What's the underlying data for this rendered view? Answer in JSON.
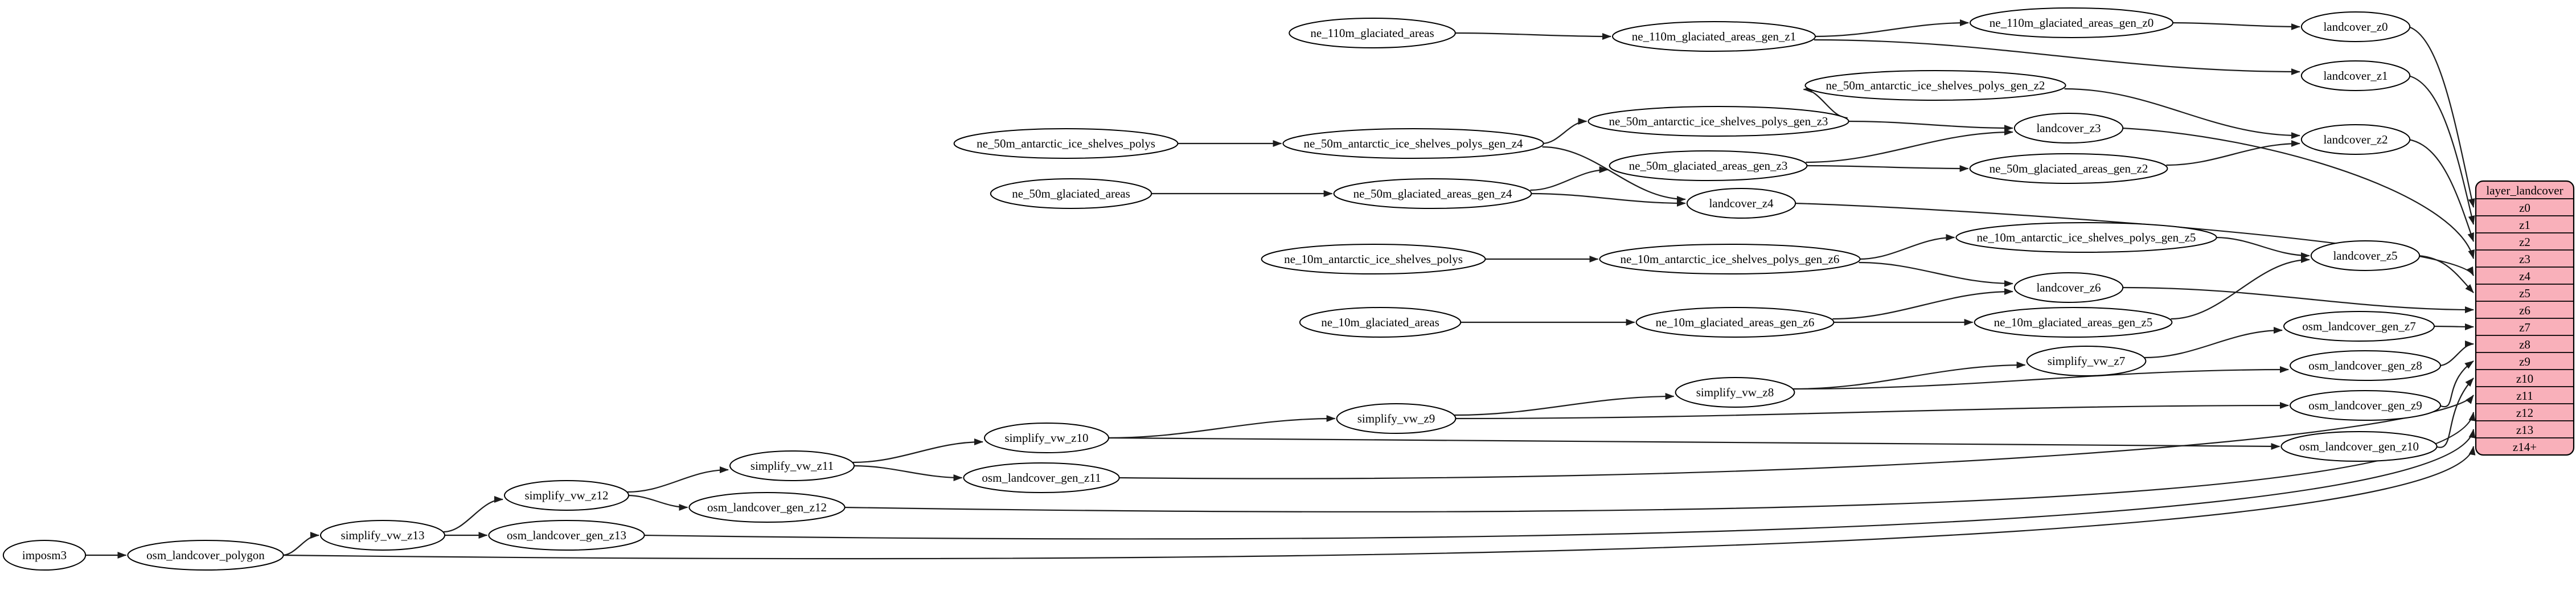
{
  "diagram": {
    "kind": "dependency-graph",
    "colors": {
      "background": "#ffffff",
      "edge": "#1c1c1c",
      "node_fill": "#ffffff",
      "node_stroke": "#000000",
      "table_fill": "#f9b0ba",
      "table_stroke": "#000000"
    },
    "nodes": [
      "ne_110m_glaciated_areas",
      "ne_110m_glaciated_areas_gen_z1",
      "ne_110m_glaciated_areas_gen_z0",
      "landcover_z0",
      "landcover_z1",
      "ne_50m_antarctic_ice_shelves_polys",
      "ne_50m_antarctic_ice_shelves_polys_gen_z4",
      "ne_50m_antarctic_ice_shelves_polys_gen_z3",
      "ne_50m_antarctic_ice_shelves_polys_gen_z2",
      "landcover_z3",
      "ne_50m_glaciated_areas",
      "ne_50m_glaciated_areas_gen_z4",
      "ne_50m_glaciated_areas_gen_z3",
      "ne_50m_glaciated_areas_gen_z2",
      "landcover_z2",
      "landcover_z4",
      "ne_10m_antarctic_ice_shelves_polys",
      "ne_10m_antarctic_ice_shelves_polys_gen_z6",
      "ne_10m_antarctic_ice_shelves_polys_gen_z5",
      "landcover_z5",
      "landcover_z6",
      "ne_10m_glaciated_areas",
      "ne_10m_glaciated_areas_gen_z6",
      "ne_10m_glaciated_areas_gen_z5",
      "osm_landcover_gen_z7",
      "simplify_vw_z7",
      "osm_landcover_gen_z8",
      "simplify_vw_z8",
      "osm_landcover_gen_z9",
      "simplify_vw_z9",
      "simplify_vw_z10",
      "osm_landcover_gen_z10",
      "simplify_vw_z11",
      "osm_landcover_gen_z11",
      "simplify_vw_z12",
      "osm_landcover_gen_z12",
      "simplify_vw_z13",
      "osm_landcover_gen_z13",
      "imposm3",
      "osm_landcover_polygon"
    ],
    "edges": [
      {
        "from": "ne_110m_glaciated_areas",
        "to": "ne_110m_glaciated_areas_gen_z1"
      },
      {
        "from": "ne_110m_glaciated_areas_gen_z1",
        "to": "ne_110m_glaciated_areas_gen_z0"
      },
      {
        "from": "ne_110m_glaciated_areas_gen_z1",
        "to": "landcover_z1"
      },
      {
        "from": "ne_110m_glaciated_areas_gen_z0",
        "to": "landcover_z0"
      },
      {
        "from": "ne_50m_antarctic_ice_shelves_polys",
        "to": "ne_50m_antarctic_ice_shelves_polys_gen_z4"
      },
      {
        "from": "ne_50m_antarctic_ice_shelves_polys_gen_z4",
        "to": "ne_50m_antarctic_ice_shelves_polys_gen_z3"
      },
      {
        "from": "ne_50m_antarctic_ice_shelves_polys_gen_z4",
        "to": "landcover_z4"
      },
      {
        "from": "ne_50m_antarctic_ice_shelves_polys_gen_z3",
        "to": "ne_50m_antarctic_ice_shelves_polys_gen_z2"
      },
      {
        "from": "ne_50m_antarctic_ice_shelves_polys_gen_z3",
        "to": "landcover_z3"
      },
      {
        "from": "ne_50m_antarctic_ice_shelves_polys_gen_z2",
        "to": "landcover_z2"
      },
      {
        "from": "ne_50m_glaciated_areas",
        "to": "ne_50m_glaciated_areas_gen_z4"
      },
      {
        "from": "ne_50m_glaciated_areas_gen_z4",
        "to": "ne_50m_glaciated_areas_gen_z3"
      },
      {
        "from": "ne_50m_glaciated_areas_gen_z4",
        "to": "landcover_z4"
      },
      {
        "from": "ne_50m_glaciated_areas_gen_z3",
        "to": "ne_50m_glaciated_areas_gen_z2"
      },
      {
        "from": "ne_50m_glaciated_areas_gen_z3",
        "to": "landcover_z3"
      },
      {
        "from": "ne_50m_glaciated_areas_gen_z2",
        "to": "landcover_z2"
      },
      {
        "from": "ne_10m_antarctic_ice_shelves_polys",
        "to": "ne_10m_antarctic_ice_shelves_polys_gen_z6"
      },
      {
        "from": "ne_10m_antarctic_ice_shelves_polys_gen_z6",
        "to": "ne_10m_antarctic_ice_shelves_polys_gen_z5"
      },
      {
        "from": "ne_10m_antarctic_ice_shelves_polys_gen_z6",
        "to": "landcover_z6"
      },
      {
        "from": "ne_10m_antarctic_ice_shelves_polys_gen_z5",
        "to": "landcover_z5"
      },
      {
        "from": "ne_10m_glaciated_areas",
        "to": "ne_10m_glaciated_areas_gen_z6"
      },
      {
        "from": "ne_10m_glaciated_areas_gen_z6",
        "to": "ne_10m_glaciated_areas_gen_z5"
      },
      {
        "from": "ne_10m_glaciated_areas_gen_z6",
        "to": "landcover_z6"
      },
      {
        "from": "ne_10m_glaciated_areas_gen_z5",
        "to": "landcover_z5"
      },
      {
        "from": "imposm3",
        "to": "osm_landcover_polygon"
      },
      {
        "from": "osm_landcover_polygon",
        "to": "simplify_vw_z13"
      },
      {
        "from": "simplify_vw_z13",
        "to": "simplify_vw_z12"
      },
      {
        "from": "simplify_vw_z12",
        "to": "simplify_vw_z11"
      },
      {
        "from": "simplify_vw_z11",
        "to": "simplify_vw_z10"
      },
      {
        "from": "simplify_vw_z10",
        "to": "simplify_vw_z9"
      },
      {
        "from": "simplify_vw_z9",
        "to": "simplify_vw_z8"
      },
      {
        "from": "simplify_vw_z8",
        "to": "simplify_vw_z7"
      },
      {
        "from": "simplify_vw_z7",
        "to": "osm_landcover_gen_z7"
      },
      {
        "from": "simplify_vw_z8",
        "to": "osm_landcover_gen_z8"
      },
      {
        "from": "simplify_vw_z9",
        "to": "osm_landcover_gen_z9"
      },
      {
        "from": "simplify_vw_z10",
        "to": "osm_landcover_gen_z10"
      },
      {
        "from": "simplify_vw_z11",
        "to": "osm_landcover_gen_z11"
      },
      {
        "from": "simplify_vw_z12",
        "to": "osm_landcover_gen_z12"
      },
      {
        "from": "simplify_vw_z13",
        "to": "osm_landcover_gen_z13"
      },
      {
        "from": "landcover_z0",
        "to": "layer_landcover",
        "row": "z0"
      },
      {
        "from": "landcover_z1",
        "to": "layer_landcover",
        "row": "z1"
      },
      {
        "from": "landcover_z2",
        "to": "layer_landcover",
        "row": "z2"
      },
      {
        "from": "landcover_z3",
        "to": "layer_landcover",
        "row": "z3"
      },
      {
        "from": "landcover_z4",
        "to": "layer_landcover",
        "row": "z4"
      },
      {
        "from": "landcover_z5",
        "to": "layer_landcover",
        "row": "z5"
      },
      {
        "from": "landcover_z6",
        "to": "layer_landcover",
        "row": "z6"
      },
      {
        "from": "osm_landcover_gen_z7",
        "to": "layer_landcover",
        "row": "z7"
      },
      {
        "from": "osm_landcover_gen_z8",
        "to": "layer_landcover",
        "row": "z8"
      },
      {
        "from": "osm_landcover_gen_z9",
        "to": "layer_landcover",
        "row": "z9"
      },
      {
        "from": "osm_landcover_gen_z10",
        "to": "layer_landcover",
        "row": "z10"
      },
      {
        "from": "osm_landcover_gen_z11",
        "to": "layer_landcover",
        "row": "z11"
      },
      {
        "from": "osm_landcover_gen_z12",
        "to": "layer_landcover",
        "row": "z12"
      },
      {
        "from": "osm_landcover_gen_z13",
        "to": "layer_landcover",
        "row": "z13"
      },
      {
        "from": "osm_landcover_polygon",
        "to": "layer_landcover",
        "row": "z14+"
      }
    ],
    "table": {
      "title": "layer_landcover",
      "rows": [
        "z0",
        "z1",
        "z2",
        "z3",
        "z4",
        "z5",
        "z6",
        "z7",
        "z8",
        "z9",
        "z10",
        "z11",
        "z12",
        "z13",
        "z14+"
      ]
    }
  }
}
